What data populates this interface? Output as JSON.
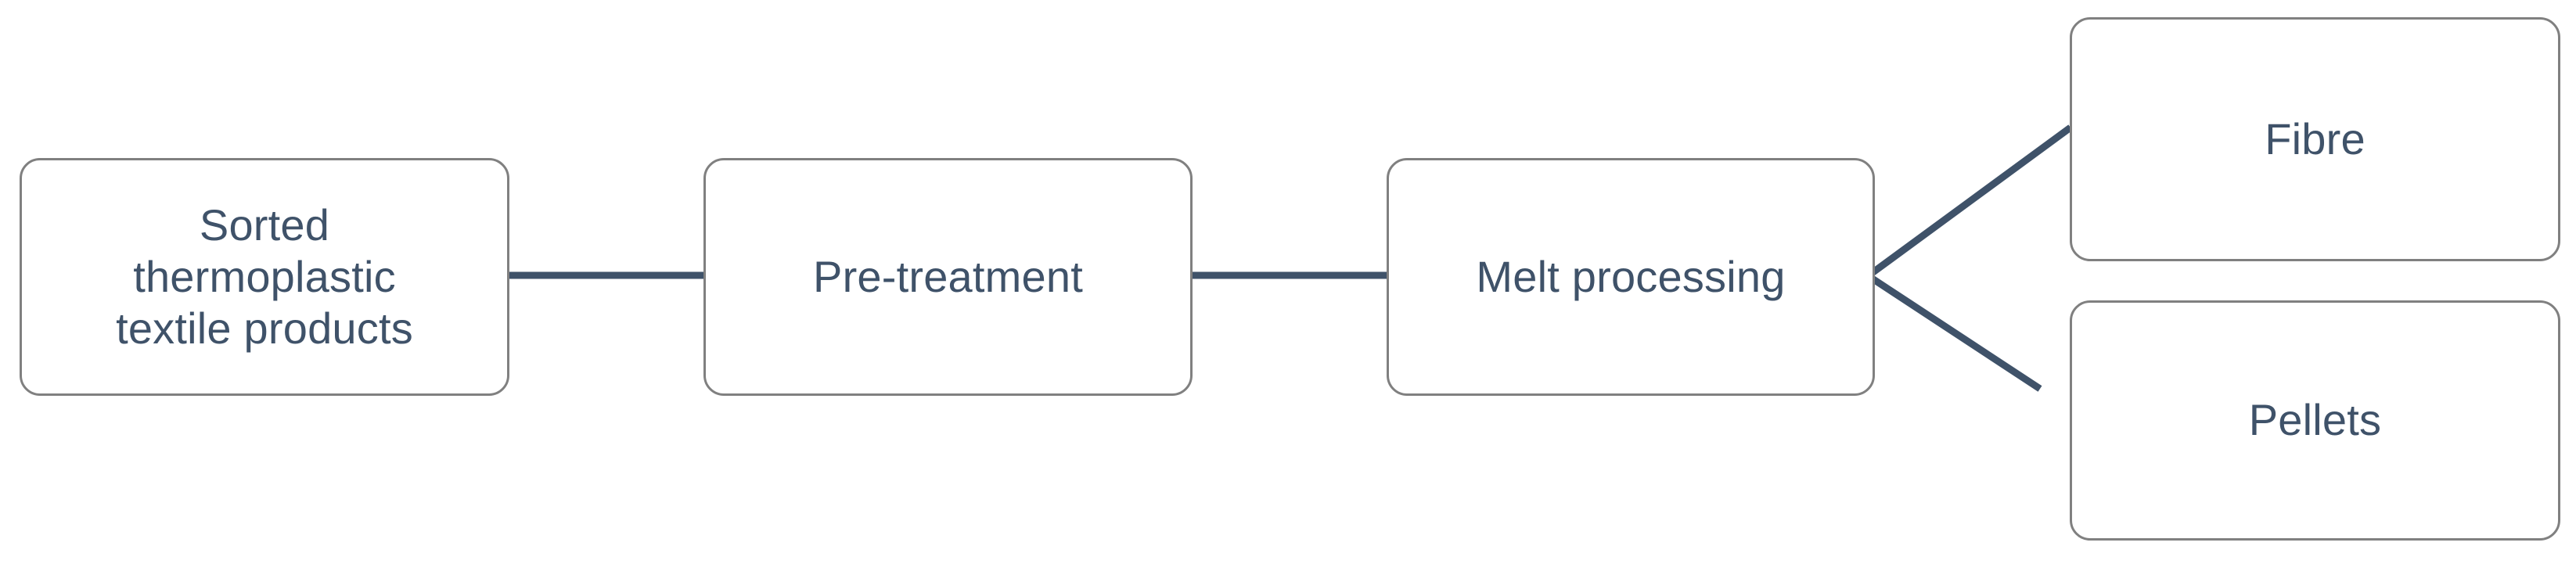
{
  "diagram": {
    "type": "flowchart",
    "orientation": "left-to-right",
    "background_color": "#ffffff",
    "node_fill_color": "#ffffff",
    "node_border_color": "#808080",
    "text_color": "#3f5269",
    "connector_color": "#3f5269",
    "nodes": [
      {
        "id": "sorted-thermoplastic-textile-products",
        "label": "Sorted\nthermoplastic\ntextile products"
      },
      {
        "id": "pre-treatment",
        "label": "Pre-treatment"
      },
      {
        "id": "melt-processing",
        "label": "Melt processing"
      },
      {
        "id": "fibre",
        "label": "Fibre"
      },
      {
        "id": "pellets",
        "label": "Pellets"
      }
    ],
    "edges": [
      {
        "id": "edge-sorted-to-pretreatment",
        "from": "sorted-thermoplastic-textile-products",
        "to": "pre-treatment",
        "style": "straight"
      },
      {
        "id": "edge-pretreatment-to-melt",
        "from": "pre-treatment",
        "to": "melt-processing",
        "style": "straight"
      },
      {
        "id": "edge-melt-to-fibre",
        "from": "melt-processing",
        "to": "fibre",
        "style": "diagonal"
      },
      {
        "id": "edge-melt-to-pellets",
        "from": "melt-processing",
        "to": "pellets",
        "style": "diagonal"
      }
    ]
  }
}
